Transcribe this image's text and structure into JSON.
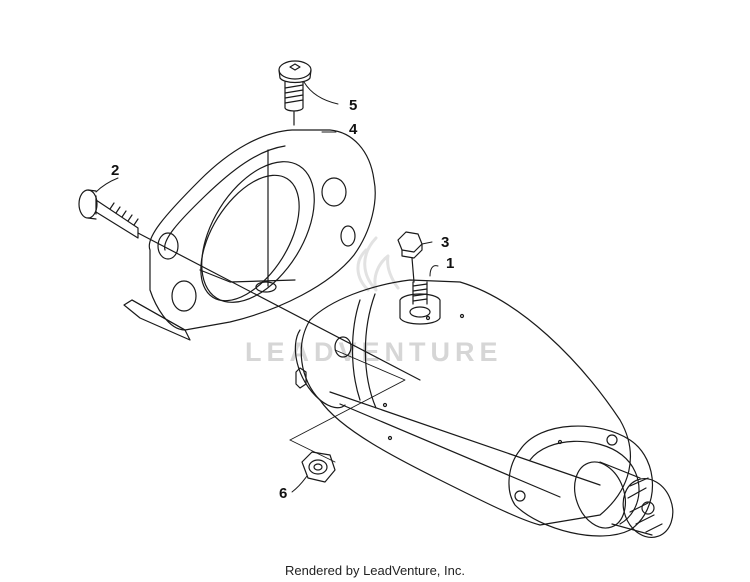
{
  "watermark": "LEADVENTURE",
  "footer": "Rendered by LeadVenture, Inc.",
  "callouts": [
    "1",
    "2",
    "3",
    "4",
    "5",
    "6"
  ]
}
